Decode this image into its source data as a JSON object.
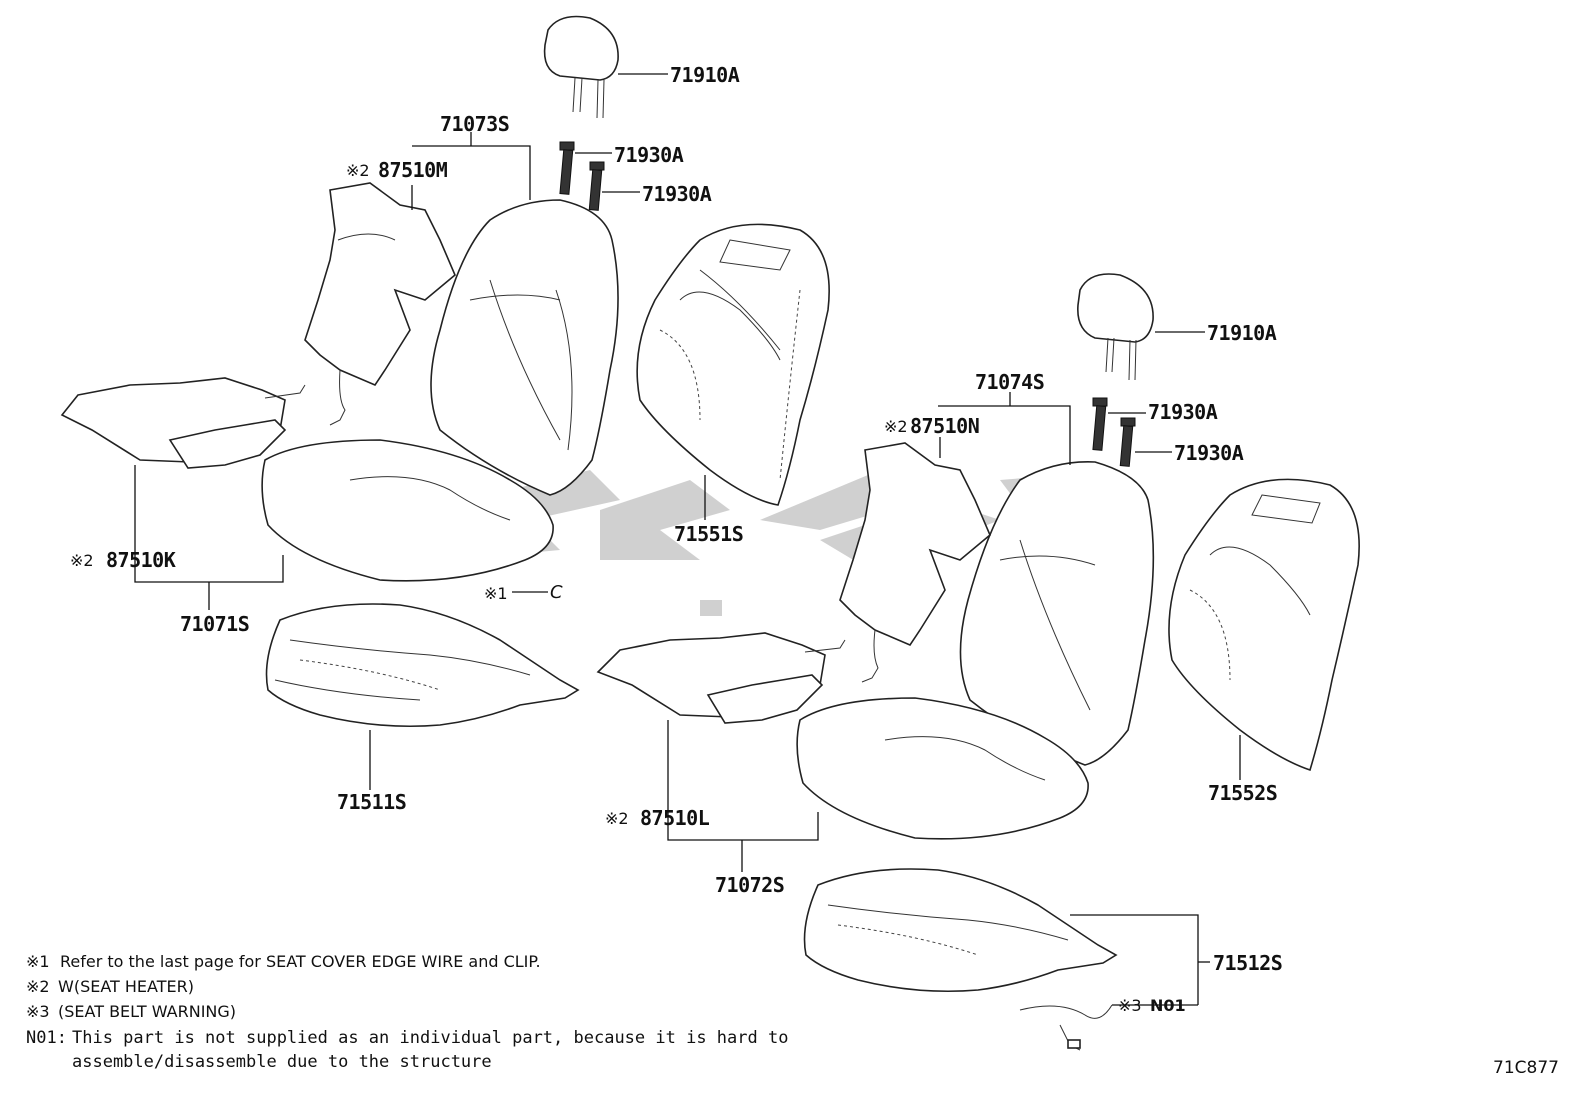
{
  "parts": {
    "headrest_1": "71910A",
    "headrest_2": "71910A",
    "support_1a": "71930A",
    "support_1b": "71930A",
    "support_2a": "71930A",
    "support_2b": "71930A",
    "back_assy_l": "71073S",
    "back_assy_r": "71074S",
    "back_cover_l": "71551S",
    "back_cover_r": "71552S",
    "cushion_assy_l": "71071S",
    "cushion_assy_r": "71072S",
    "cushion_cover_l": "71511S",
    "cushion_cover_r": "71512S",
    "heater_m": "87510M",
    "heater_n": "87510N",
    "heater_k": "87510K",
    "heater_l": "87510L",
    "clip": "C",
    "n01": "N01"
  },
  "marks": {
    "m1": "※1",
    "m2": "※2",
    "m3": "※3"
  },
  "notes": {
    "note1_mark": "※1",
    "note1": "Refer to the last page for SEAT COVER EDGE WIRE and CLIP.",
    "note2_mark": "※2",
    "note2": "W(SEAT HEATER)",
    "note3_mark": "※3",
    "note3": "(SEAT BELT WARNING)",
    "note4_mark": "N01:",
    "note4_line1": "This part is not supplied as an individual part, because it is hard to",
    "note4_line2": "assemble/disassemble due to the structure"
  },
  "diagram_code": "71C877",
  "watermark_color": "#c8c8c8"
}
